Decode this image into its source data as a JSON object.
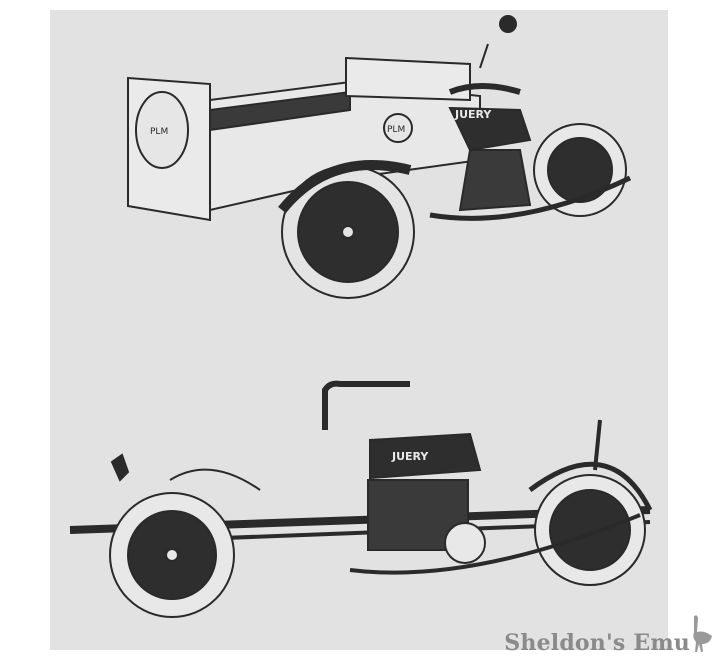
{
  "image": {
    "description": "Two vintage line illustrations of a Juery motorcycle-based three-wheeled delivery vehicle (tricar): top shows the complete cargo-box version, bottom shows the bare chassis",
    "top_illustration": {
      "tank_lettering": "JUERY",
      "box_emblem": "PLM",
      "rear_panel_emblem": "PLM"
    },
    "bottom_illustration": {
      "tank_lettering": "JUERY"
    },
    "colors": {
      "background": "#ffffff",
      "panel": "#e2e2e2",
      "ink": "#2a2a2a",
      "watermark": "#8a8a8a"
    }
  },
  "watermark": {
    "text": "Sheldon's Emu",
    "icon": "emu-icon"
  }
}
